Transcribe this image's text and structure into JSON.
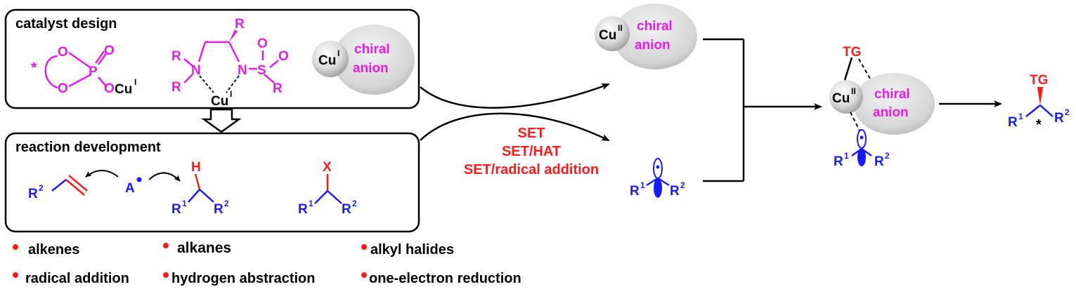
{
  "colors": {
    "magenta": "#e81ce8",
    "blue": "#1a1aff",
    "red": "#ff1a1a",
    "bullet": "#ff1a1a",
    "anion_fill": "#d9d9d9"
  },
  "catalyst_panel": {
    "title": "catalyst design",
    "phosphate": {
      "star": "*",
      "o1": "O",
      "o2": "O",
      "p": "P",
      "o3": "O",
      "o4": "O",
      "cu": "Cu",
      "cu_sup": "I"
    },
    "ligand": {
      "r_top": "R",
      "r1": "R",
      "r2": "R",
      "n1": "N",
      "n2": "N",
      "s": "S",
      "o1": "O",
      "o2": "O",
      "r3": "R",
      "cu": "Cu",
      "cu_sup": "I"
    },
    "cu_anion": {
      "cu": "Cu",
      "cu_sup": "I",
      "chiral": "chiral",
      "anion": "anion"
    }
  },
  "reaction_panel": {
    "title": "reaction development",
    "alkene_label": "R",
    "alkene_sup": "2",
    "radical": "A",
    "alkane": {
      "h": "H",
      "r1": "R",
      "r1_sup": "1",
      "r2": "R",
      "r2_sup": "2"
    },
    "halide": {
      "x": "X",
      "r1": "R",
      "r1_sup": "1",
      "r2": "R",
      "r2_sup": "2"
    }
  },
  "mechanism_labels": [
    "SET",
    "SET/HAT",
    "SET/radical addition"
  ],
  "cu2_anion": {
    "cu": "Cu",
    "cu_sup": "II",
    "chiral": "chiral",
    "anion": "anion"
  },
  "radical": {
    "r1": "R",
    "r1_sup": "1",
    "r2": "R",
    "r2_sup": "2"
  },
  "intermediate": {
    "tg": "TG",
    "cu": "Cu",
    "cu_sup": "II",
    "chiral": "chiral",
    "anion": "anion",
    "r1": "R",
    "r1_sup": "1",
    "r2": "R",
    "r2_sup": "2"
  },
  "product": {
    "tg": "TG",
    "r1": "R",
    "r1_sup": "1",
    "star": "*",
    "r2": "R",
    "r2_sup": "2"
  },
  "bullets": {
    "row1": [
      "alkenes",
      "alkanes",
      "alkyl halides"
    ],
    "row2": [
      "radical addition",
      "hydrogen abstraction",
      "one-electron reduction"
    ]
  }
}
